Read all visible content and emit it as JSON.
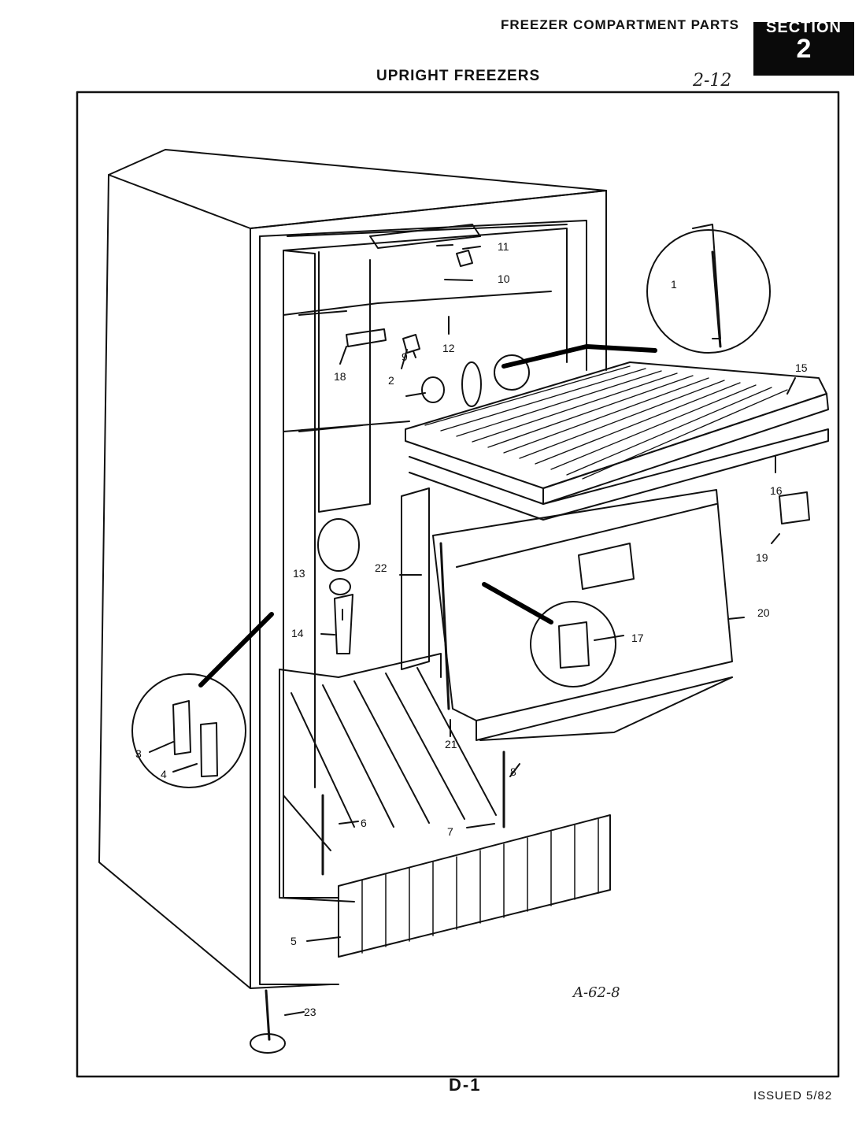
{
  "header": {
    "title": "FREEZER COMPARTMENT PARTS",
    "section_word": "SECTION",
    "section_number": "2",
    "subtitle": "UPRIGHT FREEZERS",
    "handwritten_note": "2-12"
  },
  "diagram": {
    "drawing_id": "A-62-8",
    "callouts": [
      "1",
      "2",
      "3",
      "4",
      "5",
      "6",
      "7",
      "8",
      "9",
      "10",
      "11",
      "12",
      "13",
      "14",
      "15",
      "16",
      "17",
      "18",
      "19",
      "20",
      "21",
      "22",
      "23"
    ]
  },
  "footer": {
    "page_code": "D-1",
    "issued": "ISSUED 5/82"
  }
}
